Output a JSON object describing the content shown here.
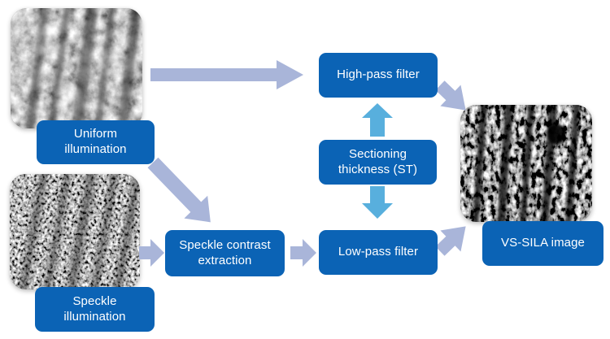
{
  "colors": {
    "background": "#ffffff",
    "node_fill": "#0b63b5",
    "node_text": "#ffffff",
    "flow_arrow": "#a9b5d9",
    "st_arrow": "#58afdd"
  },
  "nodes": {
    "uniform_illumination": {
      "label": "Uniform illumination"
    },
    "speckle_illumination": {
      "label": "Speckle illumination"
    },
    "high_pass_filter": {
      "label": "High-pass filter"
    },
    "sectioning_thickness": {
      "label": "Sectioning thickness (ST)"
    },
    "speckle_contrast_extraction": {
      "label": "Speckle contrast extraction"
    },
    "low_pass_filter": {
      "label": "Low-pass filter"
    },
    "vs_sila_image": {
      "label": "VS-SILA image"
    }
  },
  "images": [
    {
      "name": "uniform-illumination-micrograph",
      "description": "grayscale micrograph, uniform illumination"
    },
    {
      "name": "speckle-illumination-micrograph",
      "description": "grainy grayscale micrograph, speckle illumination"
    },
    {
      "name": "vs-sila-micrograph",
      "description": "dark high-contrast VS-SILA result micrograph"
    }
  ],
  "edges": [
    {
      "from": "uniform-illumination-micrograph",
      "to": "high_pass_filter",
      "style": "flow"
    },
    {
      "from": "uniform_illumination",
      "to": "speckle_contrast_extraction",
      "style": "flow"
    },
    {
      "from": "speckle-illumination-micrograph",
      "to": "speckle_contrast_extraction",
      "style": "flow"
    },
    {
      "from": "speckle_contrast_extraction",
      "to": "low_pass_filter",
      "style": "flow"
    },
    {
      "from": "sectioning_thickness",
      "to": "high_pass_filter",
      "style": "st"
    },
    {
      "from": "sectioning_thickness",
      "to": "low_pass_filter",
      "style": "st"
    },
    {
      "from": "high_pass_filter",
      "to": "vs-sila-micrograph",
      "style": "flow"
    },
    {
      "from": "low_pass_filter",
      "to": "vs-sila-micrograph",
      "style": "flow"
    }
  ]
}
